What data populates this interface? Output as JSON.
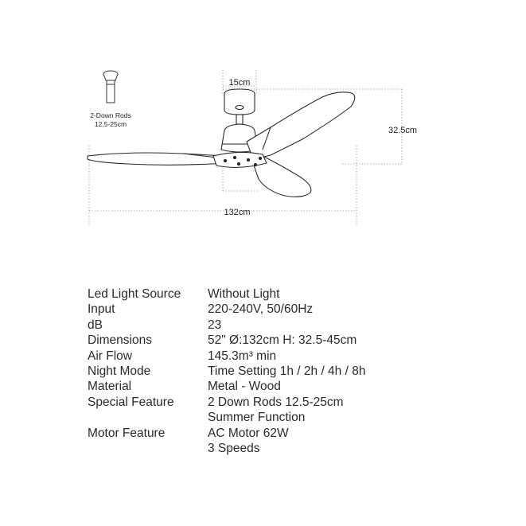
{
  "diagram": {
    "rod_caption_line1": "2-Down Rods",
    "rod_caption_line2": "12,5-25cm",
    "dim_canopy": "15cm",
    "dim_height": "32.5cm",
    "dim_diameter": "132cm"
  },
  "specs": [
    {
      "label": "Led Light Source",
      "values": [
        "Without Light"
      ]
    },
    {
      "label": "Input",
      "values": [
        "220-240V, 50/60Hz"
      ]
    },
    {
      "label": "dB",
      "values": [
        "23"
      ]
    },
    {
      "label": "Dimensions",
      "values": [
        "52\"  Ø:132cm  H: 32.5-45cm"
      ]
    },
    {
      "label": "Air Flow",
      "values": [
        "145.3m³  min"
      ]
    },
    {
      "label": "Night Mode",
      "values": [
        "Time Setting 1h / 2h / 4h / 8h"
      ]
    },
    {
      "label": "Material",
      "values": [
        "Metal - Wood"
      ]
    },
    {
      "label": "Special Feature",
      "values": [
        "2 Down Rods  12.5-25cm",
        "Summer Function"
      ]
    },
    {
      "label": "Motor Feature",
      "values": [
        "AC Motor 62W",
        "3 Speeds"
      ]
    }
  ]
}
